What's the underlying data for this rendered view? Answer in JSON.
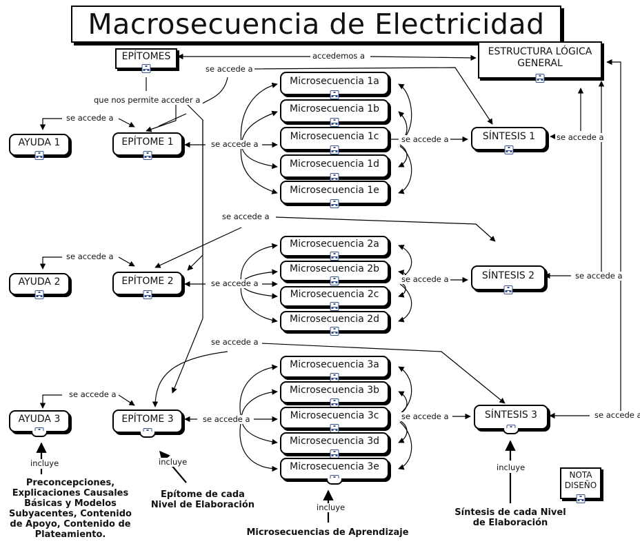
{
  "title": "Macrosecuencia de Electricidad",
  "nodes": {
    "epitomes": "EPÍTOMES",
    "estructura": "ESTRUCTURA LÓGICA GENERAL",
    "ayuda1": "AYUDA 1",
    "ayuda2": "AYUDA 2",
    "ayuda3": "AYUDA 3",
    "epitome1": "EPÍTOME 1",
    "epitome2": "EPÍTOME 2",
    "epitome3": "EPÍTOME 3",
    "sintesis1": "SÍNTESIS 1",
    "sintesis2": "SÍNTESIS 2",
    "sintesis3": "SÍNTESIS 3",
    "ms1a": "Microsecuencia 1a",
    "ms1b": "Microsecuencia 1b",
    "ms1c": "Microsecuencia 1c",
    "ms1d": "Microsecuencia 1d",
    "ms1e": "Microsecuencia 1e",
    "ms2a": "Microsecuencia 2a",
    "ms2b": "Microsecuencia 2b",
    "ms2c": "Microsecuencia 2c",
    "ms2d": "Microsecuencia 2d",
    "ms3a": "Microsecuencia 3a",
    "ms3b": "Microsecuencia 3b",
    "ms3c": "Microsecuencia 3c",
    "ms3d": "Microsecuencia 3d",
    "ms3e": "Microsecuencia 3e",
    "nota": "NOTA DISEÑO"
  },
  "links": {
    "accedemos": "accedemos a",
    "se_accede": "se accede a",
    "que_nos": "que nos permite acceder a",
    "incluye": "incluye"
  },
  "notes": {
    "ayuda": "Preconcepciones, Explicaciones Causales Básicas y Modelos Subyacentes, Contenido de Apoyo, Contenido de Plateamiento.",
    "epitome": "Epítome de cada Nivel de Elaboración",
    "micro": "Microsecuencias de Aprendizaje",
    "sintesis": "Síntesis de cada Nivel de Elaboración"
  },
  "colors": {
    "line": "#000000",
    "map_icon": "#33508c"
  },
  "icons": [
    "concept-map-icon"
  ]
}
